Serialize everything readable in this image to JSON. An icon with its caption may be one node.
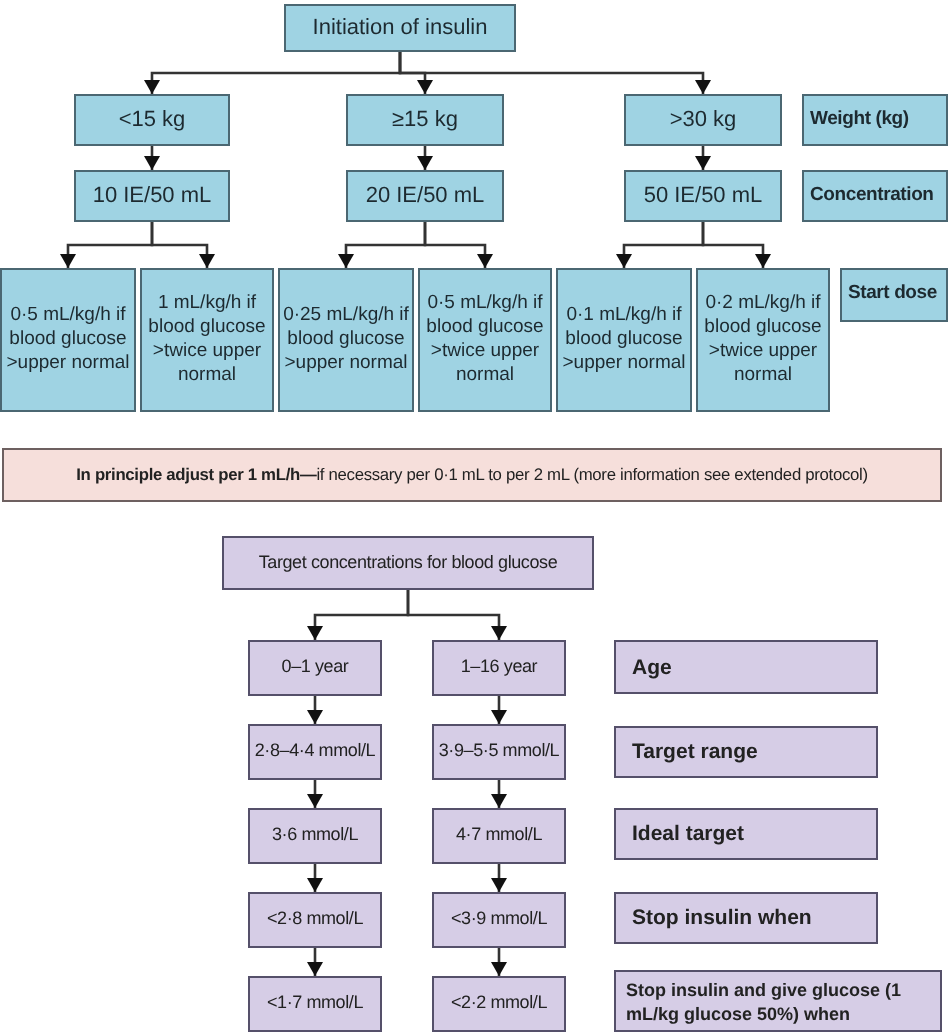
{
  "diagram": {
    "nodes": [
      {
        "text": [
          "Initiation of insulin"
        ]
      },
      {
        "text": [
          "<15 kg"
        ]
      },
      {
        "text": [
          "≥15 kg"
        ]
      },
      {
        "text": [
          ">30 kg"
        ]
      },
      {
        "text": [
          "Weight (kg)"
        ]
      },
      {
        "text": [
          "10 IE/50 mL"
        ]
      },
      {
        "text": [
          "20 IE/50 mL"
        ]
      },
      {
        "text": [
          "50 IE/50 mL"
        ]
      },
      {
        "text": [
          "Concentration"
        ]
      },
      {
        "text": [
          "0·5 mL/kg/h if blood glucose >upper normal"
        ]
      },
      {
        "text": [
          "1 mL/kg/h if blood glucose >twice upper normal"
        ]
      },
      {
        "text": [
          "0·25 mL/kg/h if blood glucose >upper normal"
        ]
      },
      {
        "text": [
          "0·5 mL/kg/h if blood glucose >twice upper normal"
        ]
      },
      {
        "text": [
          "0·1 mL/kg/h if blood glucose >upper normal"
        ]
      },
      {
        "text": [
          "0·2 mL/kg/h if blood glucose >twice upper normal"
        ]
      },
      {
        "text": [
          "Start dose"
        ]
      },
      {
        "text": [
          "**In principle adjust per 1 mL/h—**if necessary per 0·1 mL to per 2 mL (more information see extended protocol)"
        ]
      },
      {
        "text": [
          "Target concentrations for blood glucose"
        ]
      },
      {
        "text": [
          "0–1 year"
        ]
      },
      {
        "text": [
          "1–16 year"
        ]
      },
      {
        "text": [
          "Age"
        ]
      },
      {
        "text": [
          "2·8–4·4 mmol/L"
        ]
      },
      {
        "text": [
          "3·9–5·5 mmol/L"
        ]
      },
      {
        "text": [
          "Target range"
        ]
      },
      {
        "text": [
          "3·6 mmol/L"
        ]
      },
      {
        "text": [
          "4·7 mmol/L"
        ]
      },
      {
        "text": [
          "Ideal target"
        ]
      },
      {
        "text": [
          "<2·8 mmol/L"
        ]
      },
      {
        "text": [
          "<3·9 mmol/L"
        ]
      },
      {
        "text": [
          "Stop insulin when"
        ]
      },
      {
        "text": [
          "<1·7 mmol/L"
        ]
      },
      {
        "text": [
          "<2·2 mmol/L"
        ]
      },
      {
        "text": [
          "Stop insulin and give glucose (1 mL/kg glucose 50%) when"
        ]
      }
    ],
    "edges": [
      {
        "from": 0,
        "to": 1,
        "arrow": "to"
      },
      {
        "from": 0,
        "to": 2,
        "arrow": "to"
      },
      {
        "from": 0,
        "to": 3,
        "arrow": "to"
      },
      {
        "from": 1,
        "to": 5,
        "arrow": "to"
      },
      {
        "from": 2,
        "to": 6,
        "arrow": "to"
      },
      {
        "from": 3,
        "to": 7,
        "arrow": "to"
      },
      {
        "from": 5,
        "to": 9,
        "arrow": "to"
      },
      {
        "from": 5,
        "to": 10,
        "arrow": "to"
      },
      {
        "from": 6,
        "to": 11,
        "arrow": "to"
      },
      {
        "from": 6,
        "to": 12,
        "arrow": "to"
      },
      {
        "from": 7,
        "to": 13,
        "arrow": "to"
      },
      {
        "from": 7,
        "to": 14,
        "arrow": "to"
      },
      {
        "from": 17,
        "to": 18,
        "arrow": "to"
      },
      {
        "from": 17,
        "to": 19,
        "arrow": "to"
      },
      {
        "from": 18,
        "to": 21,
        "arrow": "to"
      },
      {
        "from": 21,
        "to": 24,
        "arrow": "to"
      },
      {
        "from": 24,
        "to": 27,
        "arrow": "to"
      },
      {
        "from": 27,
        "to": 30,
        "arrow": "to"
      },
      {
        "from": 19,
        "to": 22,
        "arrow": "to"
      },
      {
        "from": 22,
        "to": 25,
        "arrow": "to"
      },
      {
        "from": 25,
        "to": 28,
        "arrow": "to"
      },
      {
        "from": 28,
        "to": 31,
        "arrow": "to"
      }
    ]
  }
}
